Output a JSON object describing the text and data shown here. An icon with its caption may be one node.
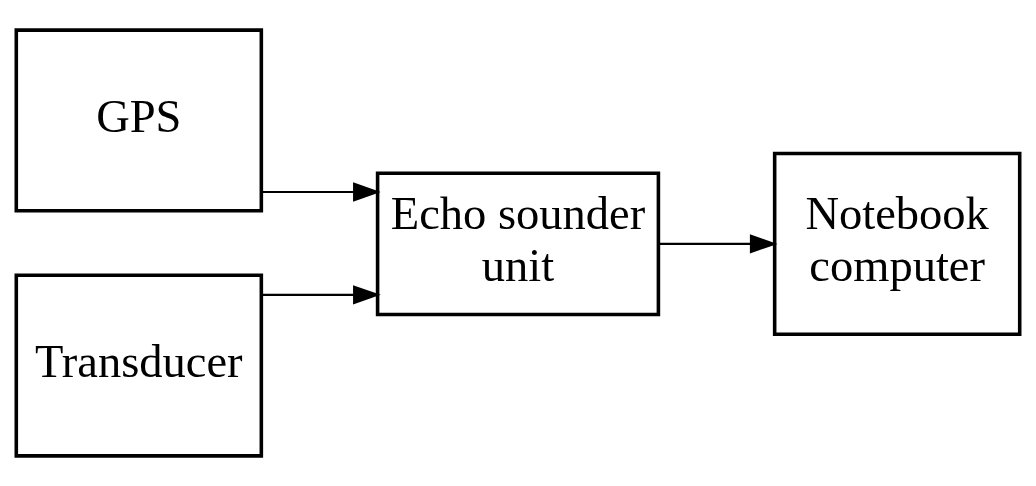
{
  "diagram": {
    "nodes": [
      {
        "text": [
          "GPS"
        ]
      },
      {
        "text": [
          "Transducer"
        ]
      },
      {
        "text": [
          "Echo sounder unit"
        ]
      },
      {
        "text": [
          "Notebook computer"
        ]
      }
    ],
    "edges": [
      {
        "from": 0,
        "to": 2,
        "arrow": "to"
      },
      {
        "from": 1,
        "to": 2,
        "arrow": "to"
      },
      {
        "from": 2,
        "to": 3,
        "arrow": "to"
      }
    ]
  }
}
